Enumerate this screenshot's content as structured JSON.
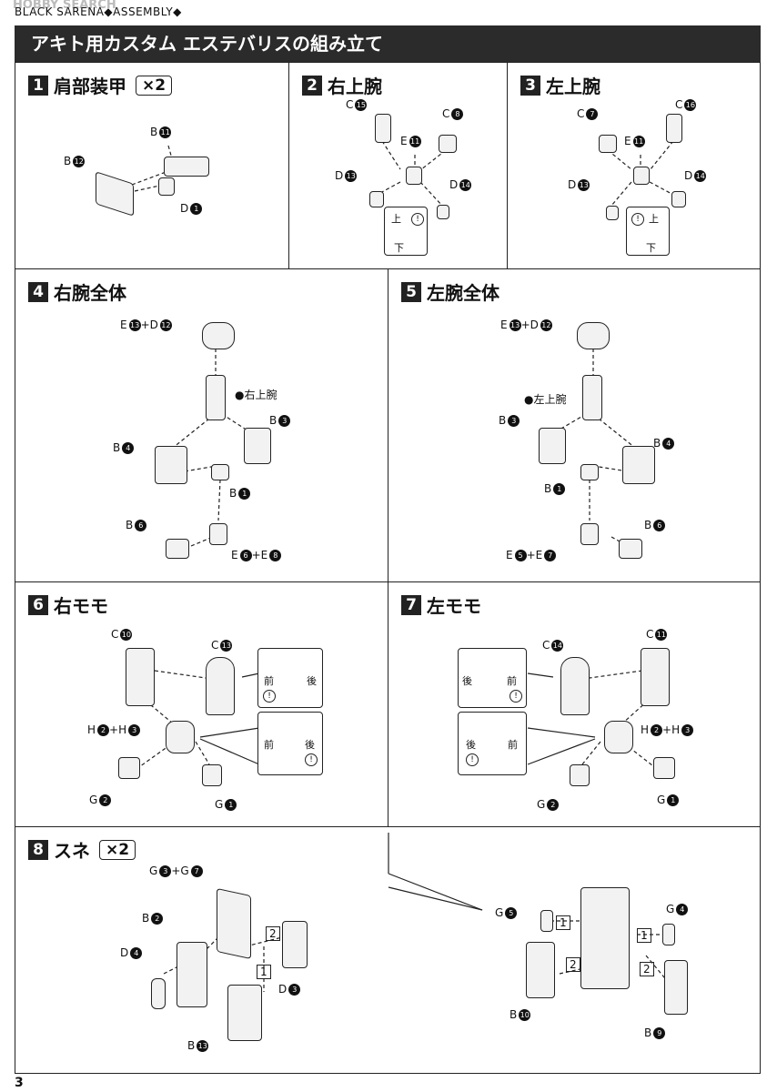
{
  "header": {
    "watermark": "HOBBY SEARCH",
    "text": "BLACK SARENA◆ASSEMBLY◆"
  },
  "title": "アキト用カスタム エステバリスの組み立て",
  "page_number": "3",
  "panels": [
    {
      "num": "1",
      "title": "肩部装甲",
      "mult": "×2"
    },
    {
      "num": "2",
      "title": "右上腕",
      "mult": ""
    },
    {
      "num": "3",
      "title": "左上腕",
      "mult": ""
    },
    {
      "num": "4",
      "title": "右腕全体",
      "mult": ""
    },
    {
      "num": "5",
      "title": "左腕全体",
      "mult": ""
    },
    {
      "num": "6",
      "title": "右モモ",
      "mult": ""
    },
    {
      "num": "7",
      "title": "左モモ",
      "mult": ""
    },
    {
      "num": "8",
      "title": "スネ",
      "mult": "×2"
    }
  ],
  "labels": {
    "p1": [
      {
        "l": "B",
        "n": "11"
      },
      {
        "l": "B",
        "n": "12"
      },
      {
        "l": "D",
        "n": "1"
      }
    ],
    "p2": [
      {
        "l": "C",
        "n": "15"
      },
      {
        "l": "C",
        "n": "8"
      },
      {
        "l": "E",
        "n": "11"
      },
      {
        "l": "D",
        "n": "13"
      },
      {
        "l": "D",
        "n": "14"
      }
    ],
    "p3": [
      {
        "l": "C",
        "n": "7"
      },
      {
        "l": "C",
        "n": "16"
      },
      {
        "l": "E",
        "n": "11"
      },
      {
        "l": "D",
        "n": "13"
      },
      {
        "l": "D",
        "n": "14"
      }
    ],
    "p4": [
      {
        "l": "E",
        "n": "13",
        "l2": "+D",
        "n2": "12"
      },
      {
        "l": "●右上腕"
      },
      {
        "l": "B",
        "n": "3"
      },
      {
        "l": "B",
        "n": "4"
      },
      {
        "l": "B",
        "n": "1"
      },
      {
        "l": "B",
        "n": "6"
      },
      {
        "l": "E",
        "n": "6",
        "l2": "+E",
        "n2": "8"
      }
    ],
    "p5": [
      {
        "l": "E",
        "n": "13",
        "l2": "+D",
        "n2": "12"
      },
      {
        "l": "●左上腕"
      },
      {
        "l": "B",
        "n": "3"
      },
      {
        "l": "B",
        "n": "4"
      },
      {
        "l": "B",
        "n": "1"
      },
      {
        "l": "B",
        "n": "6"
      },
      {
        "l": "E",
        "n": "5",
        "l2": "+E",
        "n2": "7"
      }
    ],
    "p6": [
      {
        "l": "C",
        "n": "10"
      },
      {
        "l": "C",
        "n": "13"
      },
      {
        "l": "H",
        "n": "2",
        "l2": "+H",
        "n2": "3"
      },
      {
        "l": "G",
        "n": "2"
      },
      {
        "l": "G",
        "n": "1"
      }
    ],
    "p7": [
      {
        "l": "C",
        "n": "14"
      },
      {
        "l": "C",
        "n": "11"
      },
      {
        "l": "H",
        "n": "2",
        "l2": "+H",
        "n2": "3"
      },
      {
        "l": "G",
        "n": "2"
      },
      {
        "l": "G",
        "n": "1"
      }
    ],
    "p8": [
      {
        "l": "G",
        "n": "3",
        "l2": "+G",
        "n2": "7"
      },
      {
        "l": "B",
        "n": "2"
      },
      {
        "l": "D",
        "n": "4"
      },
      {
        "l": "D",
        "n": "3"
      },
      {
        "l": "B",
        "n": "13"
      },
      {
        "l": "G",
        "n": "5"
      },
      {
        "l": "G",
        "n": "4"
      },
      {
        "l": "B",
        "n": "10"
      },
      {
        "l": "B",
        "n": "9"
      }
    ]
  },
  "inset_text": {
    "up": "上",
    "down": "下",
    "front": "前",
    "back": "後",
    "excl": "!",
    "step1": "1",
    "step2": "2"
  }
}
